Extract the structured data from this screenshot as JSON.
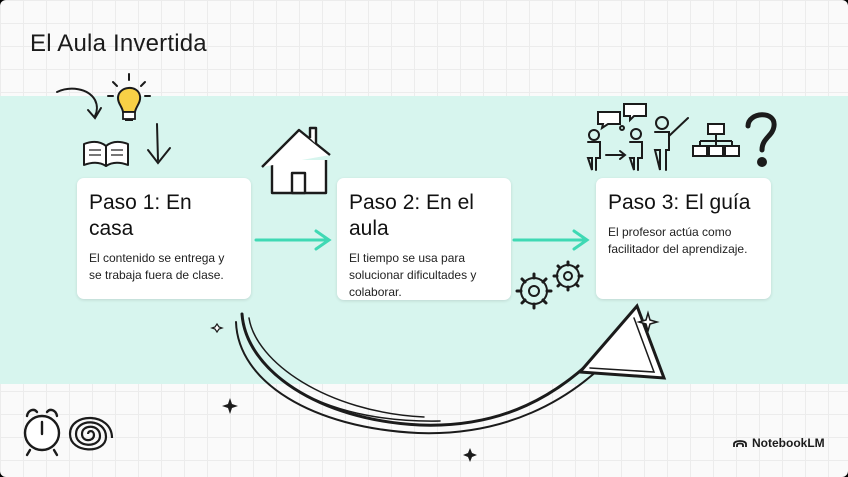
{
  "slide": {
    "title": "El Aula Invertida",
    "steps": [
      {
        "heading": "Paso 1: En casa",
        "body": "El contenido se entrega y se trabaja fuera de clase."
      },
      {
        "heading": "Paso 2: En el aula",
        "body": "El tiempo se usa para solucionar dificultades y colaborar."
      },
      {
        "heading": "Paso 3: El guía",
        "body": "El profesor actúa como facilitador del aprendizaje."
      }
    ],
    "brand": "NotebookLM"
  },
  "colors": {
    "band": "#d7f5ee",
    "arrow": "#3fd9b4",
    "bulb": "#f7d046",
    "ink": "#1b1b1b"
  },
  "icons": [
    "lightbulb-icon",
    "book-icon",
    "house-icon",
    "gears-icon",
    "people-discussion-icon",
    "teacher-icon",
    "hierarchy-icon",
    "question-mark-icon",
    "alarm-clock-icon",
    "spiral-icon",
    "sparkle-icon",
    "notebooklm-logo-icon"
  ]
}
